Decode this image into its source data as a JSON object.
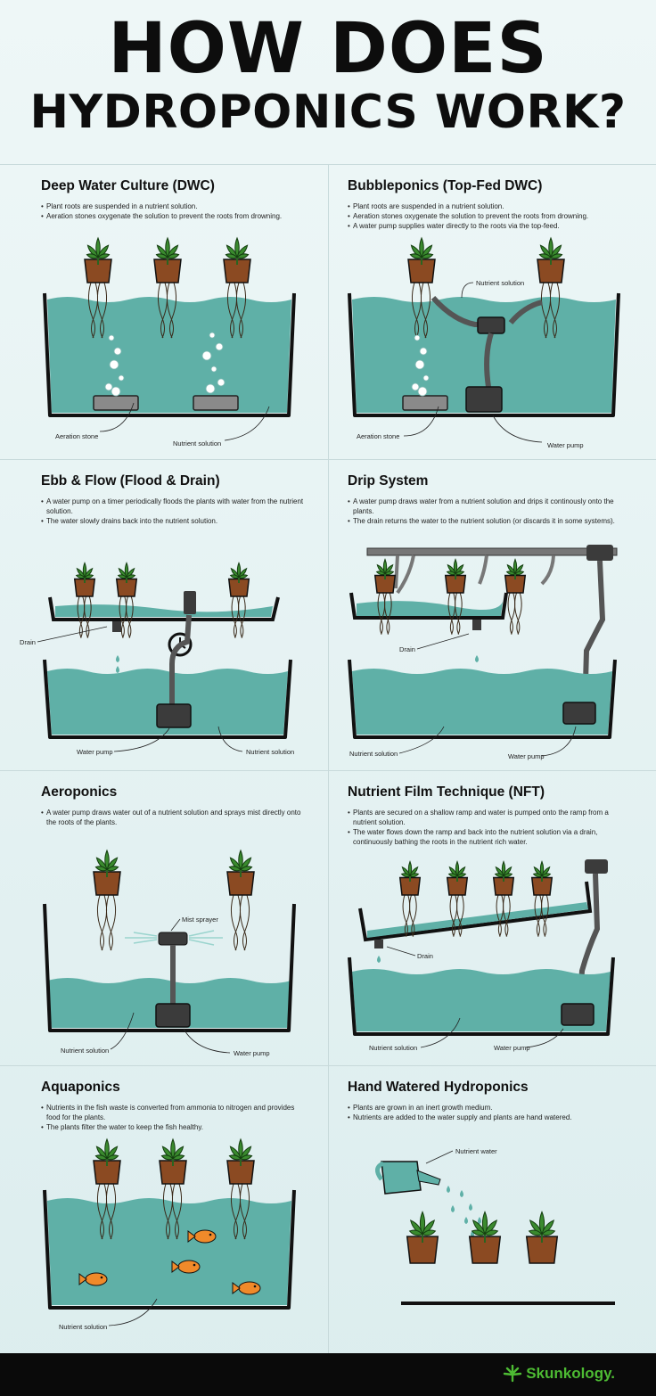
{
  "title": {
    "line1": "HOW DOES",
    "line2": "HYDROPONICS WORK?"
  },
  "panels": {
    "dwc": {
      "heading": "Deep Water Culture (DWC)",
      "bullets": [
        "Plant roots are suspended in a nutrient solution.",
        "Aeration stones oxygenate the solution to prevent the roots from drowning."
      ],
      "labels": {
        "stone": "Aeration stone",
        "solution": "Nutrient solution"
      }
    },
    "bubble": {
      "heading": "Bubbleponics (Top-Fed DWC)",
      "bullets": [
        "Plant roots are suspended in a nutrient solution.",
        "Aeration stones oxygenate the solution to prevent the roots from drowning.",
        "A water pump supplies water directly to the roots via the top-feed."
      ],
      "labels": {
        "solution": "Nutrient solution",
        "stone": "Aeration stone",
        "pump": "Water pump"
      }
    },
    "ebb": {
      "heading": "Ebb & Flow (Flood & Drain)",
      "bullets": [
        "A water pump on a timer periodically floods the plants with water from the nutrient solution.",
        "The water slowly drains back into the nutrient solution."
      ],
      "labels": {
        "drain": "Drain",
        "pump": "Water pump",
        "solution": "Nutrient solution"
      }
    },
    "drip": {
      "heading": "Drip System",
      "bullets": [
        "A water pump draws water from a nutrient solution and drips it continously onto the plants.",
        "The drain returns the water to the nutrient solution (or discards it in some systems)."
      ],
      "labels": {
        "drain": "Drain",
        "solution": "Nutrient solution",
        "pump": "Water pump"
      }
    },
    "aero": {
      "heading": "Aeroponics",
      "bullets": [
        "A water pump draws water out of a nutrient solution and sprays mist directly onto the roots of the plants."
      ],
      "labels": {
        "sprayer": "Mist sprayer",
        "solution": "Nutrient solution",
        "pump": "Water pump"
      }
    },
    "nft": {
      "heading": "Nutrient Film Technique (NFT)",
      "bullets": [
        "Plants are secured on a shallow ramp and water is pumped onto the ramp from a nutrient solution.",
        "The water flows down the ramp and back into the nutrient solution via a drain, continuously bathing the roots in the nutrient rich water."
      ],
      "labels": {
        "drain": "Drain",
        "solution": "Nutrient solution",
        "pump": "Water pump"
      }
    },
    "aqua": {
      "heading": "Aquaponics",
      "bullets": [
        "Nutrients in the fish waste is converted from ammonia to nitrogen and provides food for the plants.",
        "The plants filter the water to keep the fish healthy."
      ],
      "labels": {
        "solution": "Nutrient solution"
      }
    },
    "hand": {
      "heading": "Hand Watered Hydroponics",
      "bullets": [
        "Plants are grown in an inert growth medium.",
        "Nutrients are added to the water supply and plants are hand watered."
      ],
      "labels": {
        "water": "Nutrient water"
      }
    }
  },
  "footer": {
    "brand": "Skunkology."
  },
  "colors": {
    "water": "#5fb0a7",
    "pot": "#8b4a22",
    "leaf": "#3a8a2e",
    "pump": "#3b3b3b",
    "fish": "#f08a2a"
  }
}
